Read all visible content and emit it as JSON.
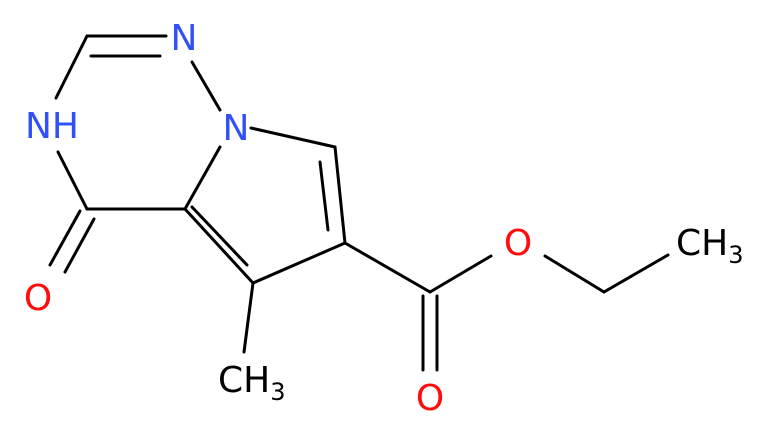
{
  "colors": {
    "background": "#ffffff",
    "bond": "#000000",
    "nitrogen": "#3050f8",
    "oxygen": "#ff0d0d",
    "carbon": "#000000"
  },
  "molecule": {
    "atoms": {
      "n_top": {
        "symbol": "N",
        "element": "nitrogen"
      },
      "n_bridge": {
        "symbol": "N",
        "element": "nitrogen"
      },
      "nh": {
        "symbol": "NH",
        "element": "nitrogen"
      },
      "o_carbonyl_ring": {
        "symbol": "O",
        "element": "oxygen"
      },
      "o_ester": {
        "symbol": "O",
        "element": "oxygen"
      },
      "o_carbonyl_ester": {
        "symbol": "O",
        "element": "oxygen"
      },
      "ch3_methyl": {
        "symbol": "CH",
        "subscript": "3",
        "element": "carbon"
      },
      "ch3_ethyl": {
        "symbol": "CH",
        "subscript": "3",
        "element": "carbon"
      }
    }
  }
}
